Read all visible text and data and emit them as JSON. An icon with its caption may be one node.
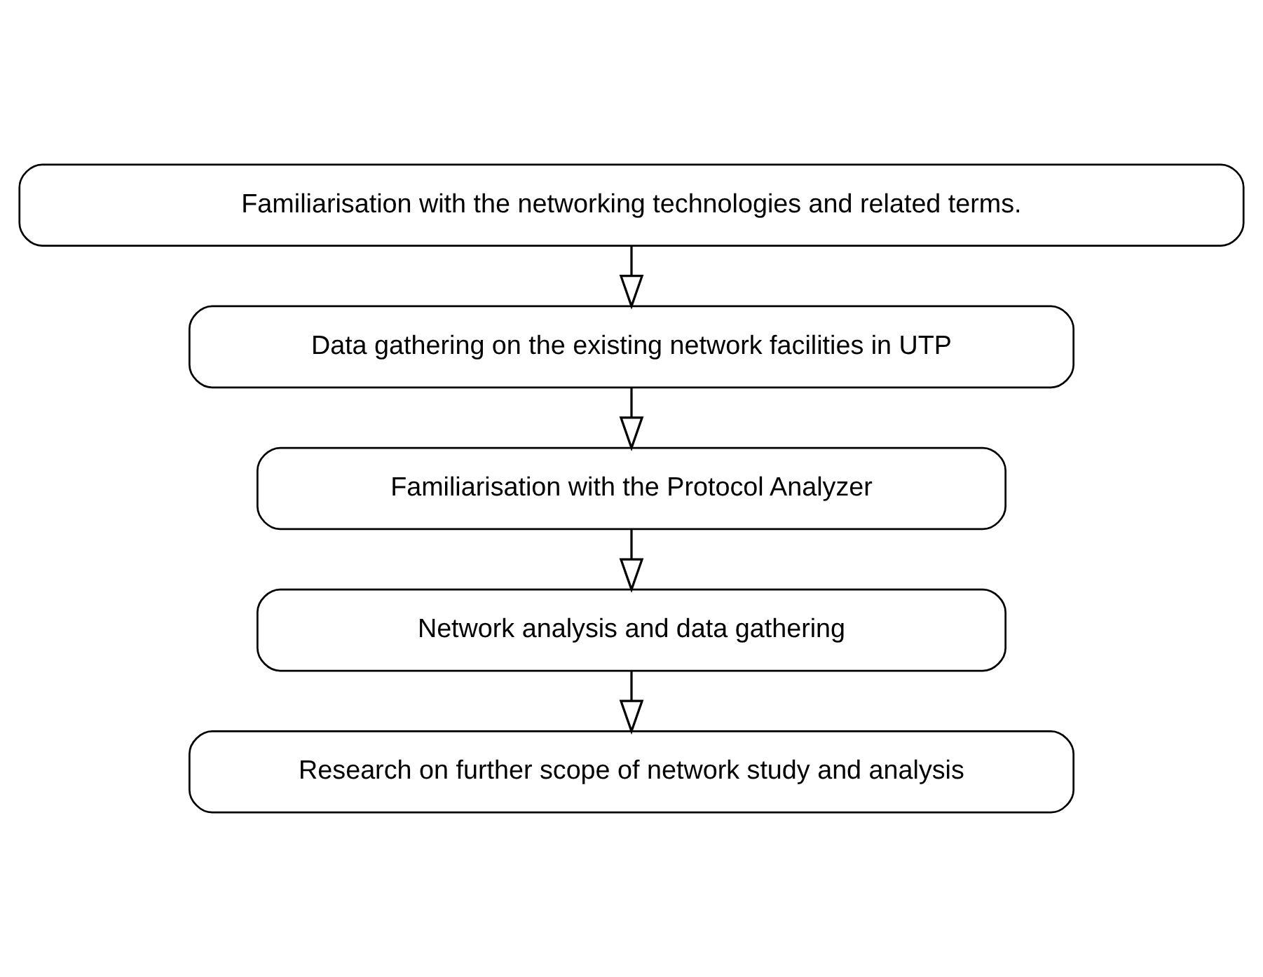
{
  "diagram": {
    "nodes": [
      {
        "text": [
          "Familiarisation with the networking technologies and related terms."
        ]
      },
      {
        "text": [
          "Data gathering on the existing network facilities in UTP"
        ]
      },
      {
        "text": [
          "Familiarisation with the Protocol Analyzer"
        ]
      },
      {
        "text": [
          "Network analysis and data gathering"
        ]
      },
      {
        "text": [
          "Research on further scope of network study and analysis"
        ]
      }
    ],
    "edges": [
      {
        "from": 0,
        "to": 1,
        "arrow": "to"
      },
      {
        "from": 1,
        "to": 2,
        "arrow": "to"
      },
      {
        "from": 2,
        "to": 3,
        "arrow": "to"
      },
      {
        "from": 3,
        "to": 4,
        "arrow": "to"
      }
    ]
  }
}
